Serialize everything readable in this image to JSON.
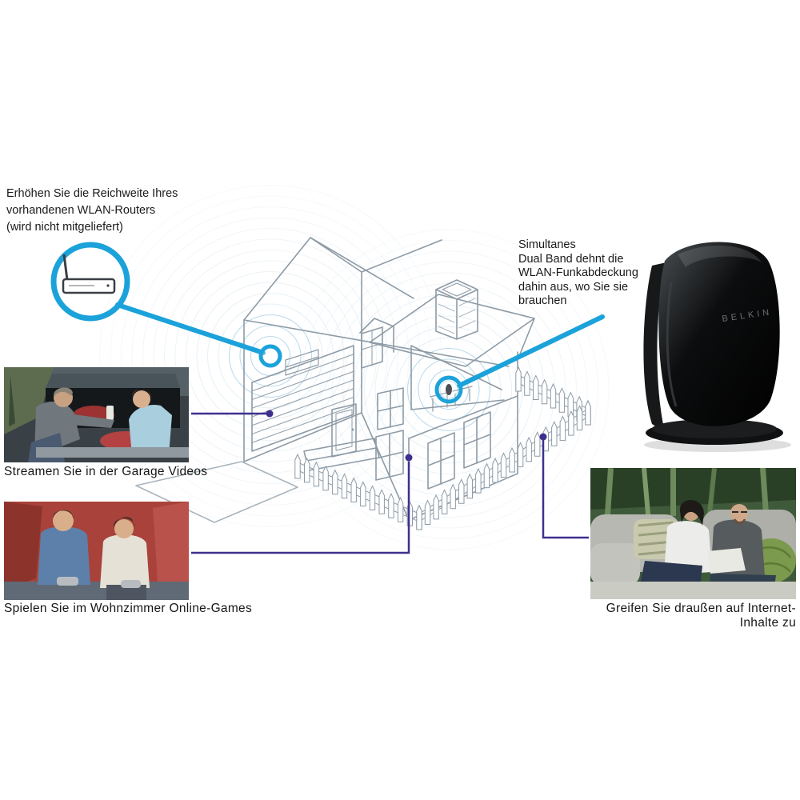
{
  "colors": {
    "accent_cyan": "#1CA2DA",
    "connector_purple": "#3E2F8E",
    "line_gray": "#8E9BA6",
    "ripple_blue": "#C4DBE9",
    "ripple_strong": "#8FC3DE",
    "text": "#1A1A1A"
  },
  "annotations": {
    "extend_router": {
      "lines": [
        "Erhöhen Sie die Reichweite Ihres",
        "vorhandenen WLAN-Routers",
        "(wird nicht mitgeliefert)"
      ]
    },
    "dual_band": {
      "lines": [
        "Simultanes",
        "Dual Band dehnt die",
        "WLAN-Funkabdeckung",
        "dahin aus, wo Sie sie",
        "brauchen"
      ]
    }
  },
  "captions": {
    "garage": "Streamen Sie in der Garage Videos",
    "living_room": "Spielen Sie im Wohnzimmer Online-Games",
    "outdoor": "Greifen Sie draußen auf Internet-Inhalte zu"
  },
  "product": {
    "brand": "BELKIN"
  },
  "icons": {
    "legacy_router": "wlan-router-icon",
    "hotspot_left": "wifi-hotspot-ring-icon",
    "hotspot_right": "wifi-hotspot-ring-icon"
  },
  "diagram": {
    "scene": "isometric-house-with-wifi-coverage",
    "hotspots": [
      {
        "id": "existing-router-location",
        "annotation": "extend_router"
      },
      {
        "id": "dual-band-extender-location",
        "annotation": "dual_band"
      }
    ],
    "photo_links": [
      "garage",
      "living_room",
      "outdoor"
    ]
  }
}
